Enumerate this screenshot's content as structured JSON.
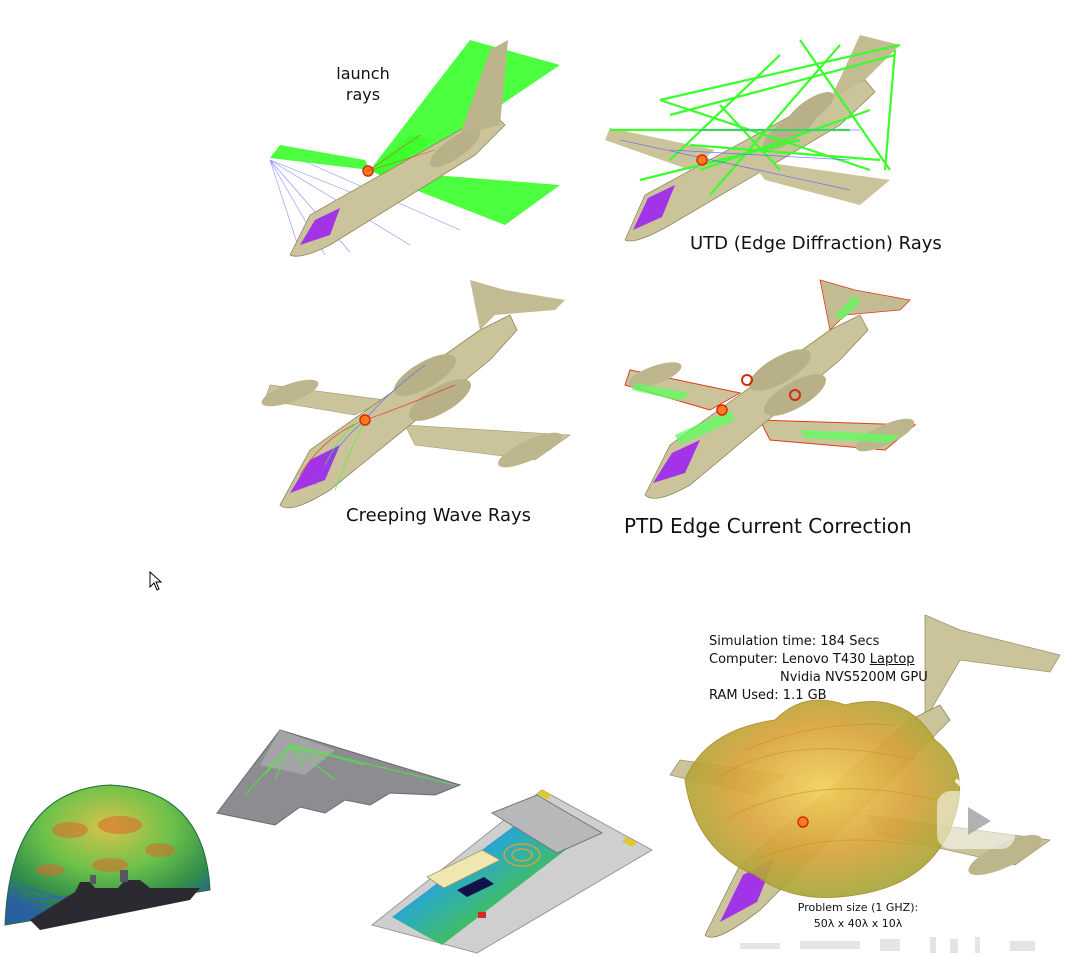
{
  "captions": {
    "launch_rays_line1": "launch",
    "launch_rays_line2": "rays",
    "utd": "UTD (Edge Diffraction) Rays",
    "creeping": "Creeping Wave Rays",
    "ptd": "PTD Edge Current Correction"
  },
  "simulation_info": {
    "sim_time": "Simulation time: 184 Secs",
    "computer_prefix": "Computer: Lenovo T430 ",
    "computer_link": "Laptop",
    "gpu": "Nvidia NVS5200M GPU",
    "ram": "RAM Used: 1.1 GB"
  },
  "problem_size": {
    "line1": "Problem size (1 GHZ):",
    "line2": "50λ x 40λ x 10λ"
  },
  "icons": {
    "cursor": "mouse-pointer-icon",
    "play": "play-button-icon"
  },
  "colors": {
    "aircraft_body": "#cbc49a",
    "aircraft_shade": "#a39c72",
    "radome": "#a233e6",
    "ray_green": "#39ff2a",
    "ray_blue": "#5660ff",
    "ray_red": "#e23a1a",
    "pattern_orange": "#d7a33a"
  }
}
